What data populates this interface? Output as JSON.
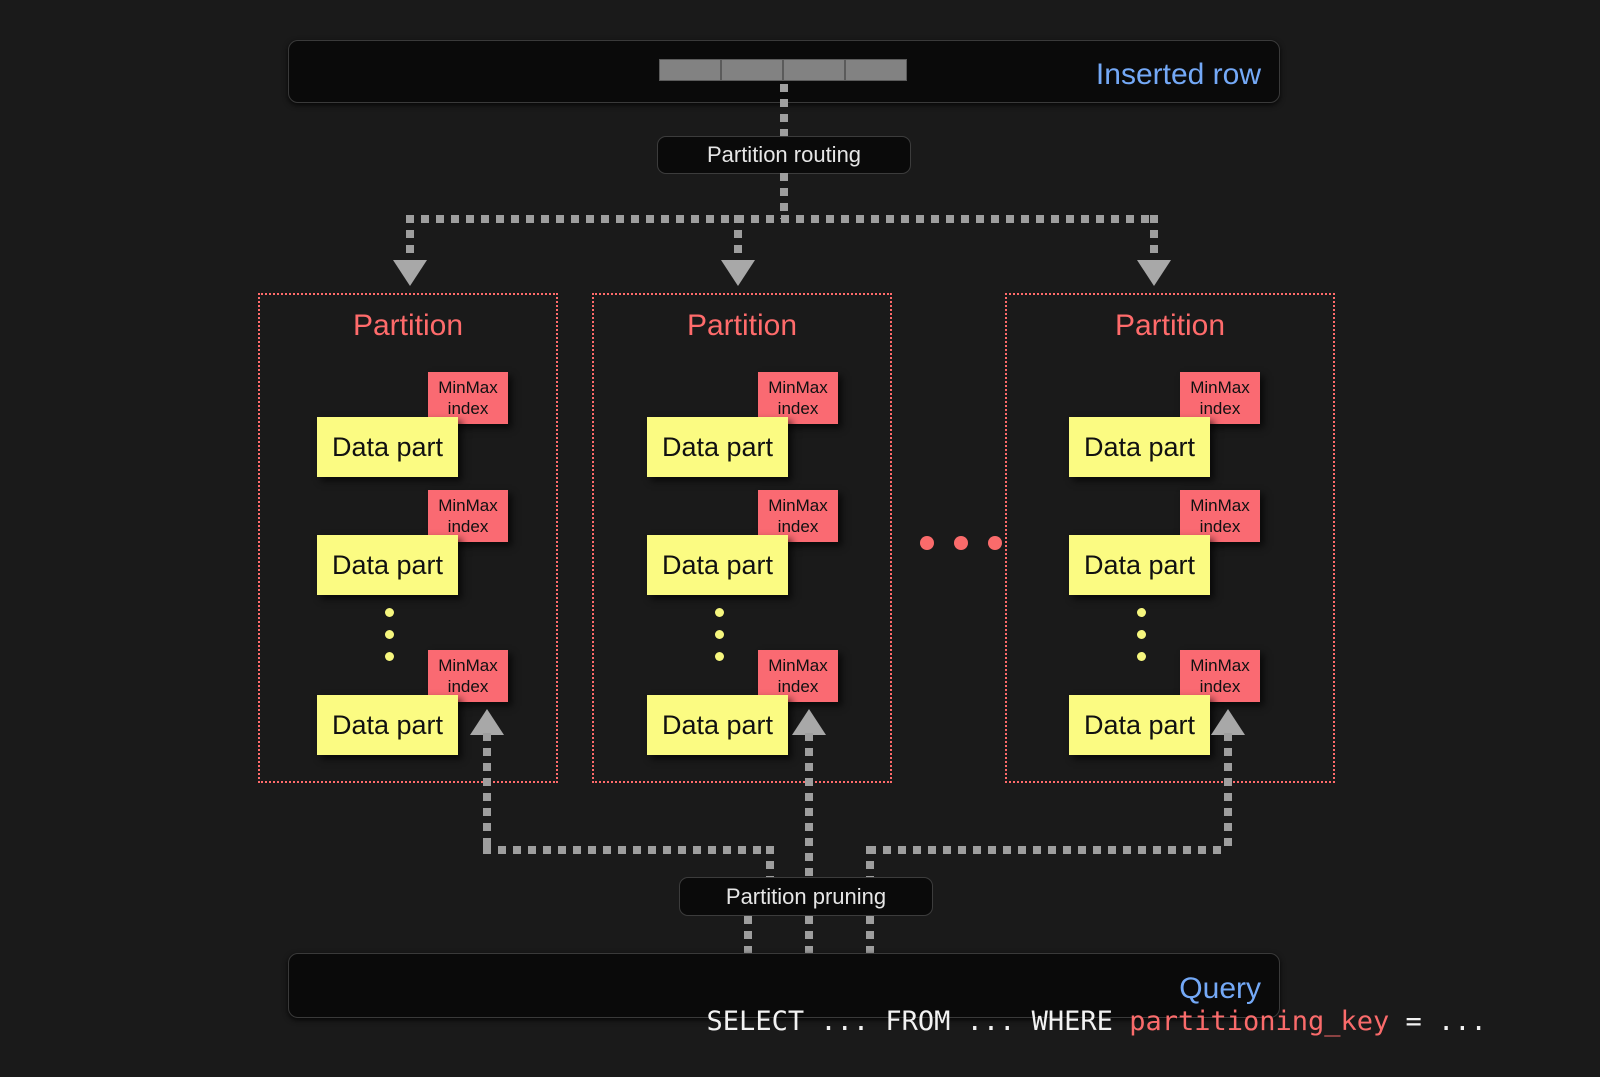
{
  "background": "#1a1a1a",
  "colors": {
    "accent_blue": "#74a9f7",
    "partition_red": "#ff6b6b",
    "minmax_red": "#fa6a72",
    "data_part_yellow": "#fbfb82",
    "connector_gray": "#9e9e9e",
    "panel_black": "#0a0a0a"
  },
  "top": {
    "inserted_row_label": "Inserted row",
    "row_cell_count": 4,
    "routing_label": "Partition routing"
  },
  "partitions": [
    {
      "title": "Partition",
      "data_parts": [
        {
          "label": "Data part",
          "index_label_line1": "MinMax",
          "index_label_line2": "index"
        },
        {
          "label": "Data part",
          "index_label_line1": "MinMax",
          "index_label_line2": "index"
        },
        {
          "label": "Data part",
          "index_label_line1": "MinMax",
          "index_label_line2": "index"
        }
      ],
      "vertical_ellipsis_dots": 3
    },
    {
      "title": "Partition",
      "data_parts": [
        {
          "label": "Data part",
          "index_label_line1": "MinMax",
          "index_label_line2": "index"
        },
        {
          "label": "Data part",
          "index_label_line1": "MinMax",
          "index_label_line2": "index"
        },
        {
          "label": "Data part",
          "index_label_line1": "MinMax",
          "index_label_line2": "index"
        }
      ],
      "vertical_ellipsis_dots": 3
    },
    {
      "title": "Partition",
      "data_parts": [
        {
          "label": "Data part",
          "index_label_line1": "MinMax",
          "index_label_line2": "index"
        },
        {
          "label": "Data part",
          "index_label_line1": "MinMax",
          "index_label_line2": "index"
        },
        {
          "label": "Data part",
          "index_label_line1": "MinMax",
          "index_label_line2": "index"
        }
      ],
      "vertical_ellipsis_dots": 3
    }
  ],
  "between_partitions_ellipsis_dots": 3,
  "bottom": {
    "pruning_label": "Partition pruning",
    "query_label": "Query",
    "query_sql_prefix": "SELECT ... FROM ... WHERE ",
    "query_sql_key": "partitioning_key",
    "query_sql_suffix": " = ..."
  }
}
